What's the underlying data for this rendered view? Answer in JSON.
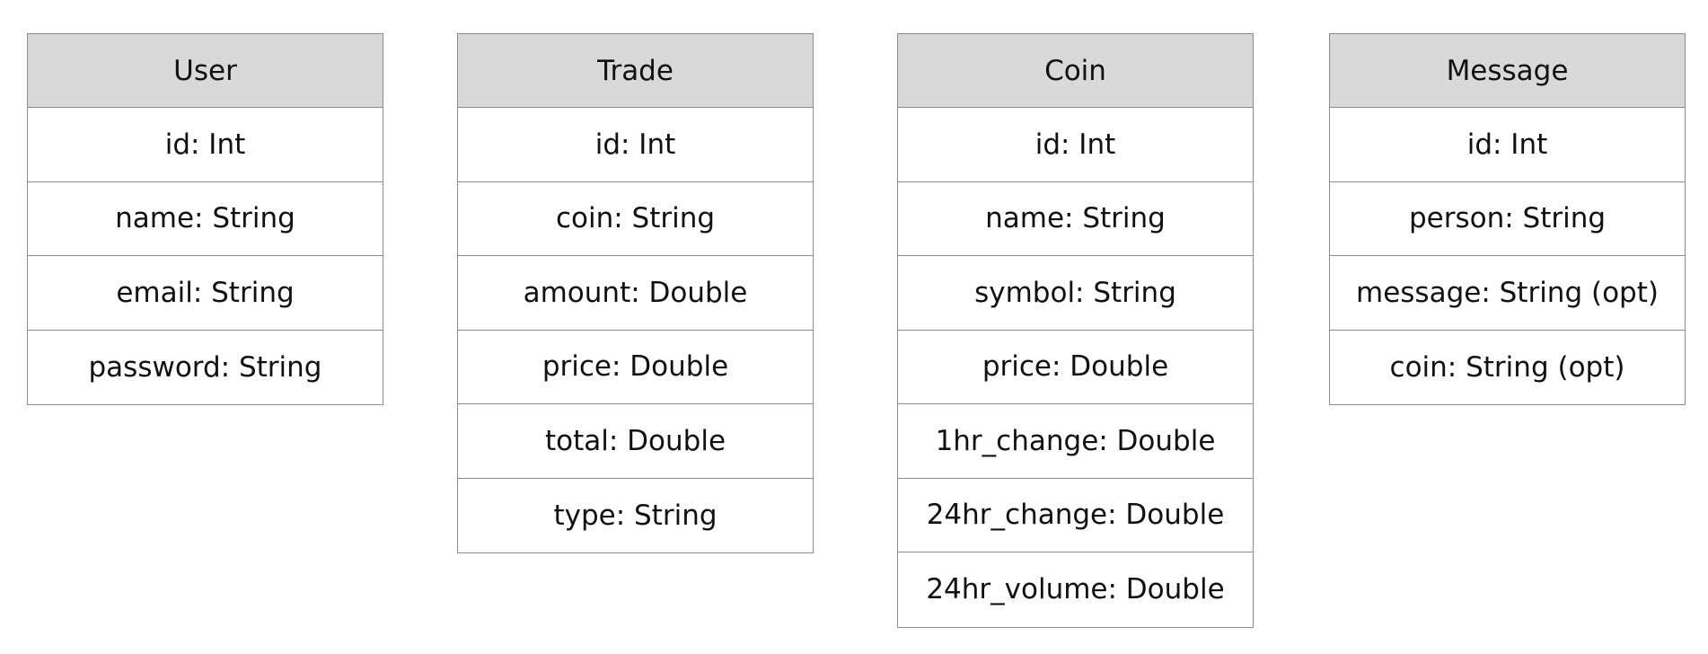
{
  "entities": [
    {
      "name": "User",
      "fields": [
        "id: Int",
        "name: String",
        "email: String",
        "password: String"
      ]
    },
    {
      "name": "Trade",
      "fields": [
        "id: Int",
        "coin: String",
        "amount: Double",
        "price: Double",
        "total: Double",
        "type: String"
      ]
    },
    {
      "name": "Coin",
      "fields": [
        "id: Int",
        "name: String",
        "symbol: String",
        "price: Double",
        "1hr_change: Double",
        "24hr_change: Double",
        "24hr_volume: Double"
      ]
    },
    {
      "name": "Message",
      "fields": [
        "id: Int",
        "person: String",
        "message: String (opt)",
        "coin: String (opt)"
      ]
    }
  ],
  "colors": {
    "header_bg": "#d9d9d9",
    "border": "#8c8c8c",
    "text": "#111111"
  }
}
